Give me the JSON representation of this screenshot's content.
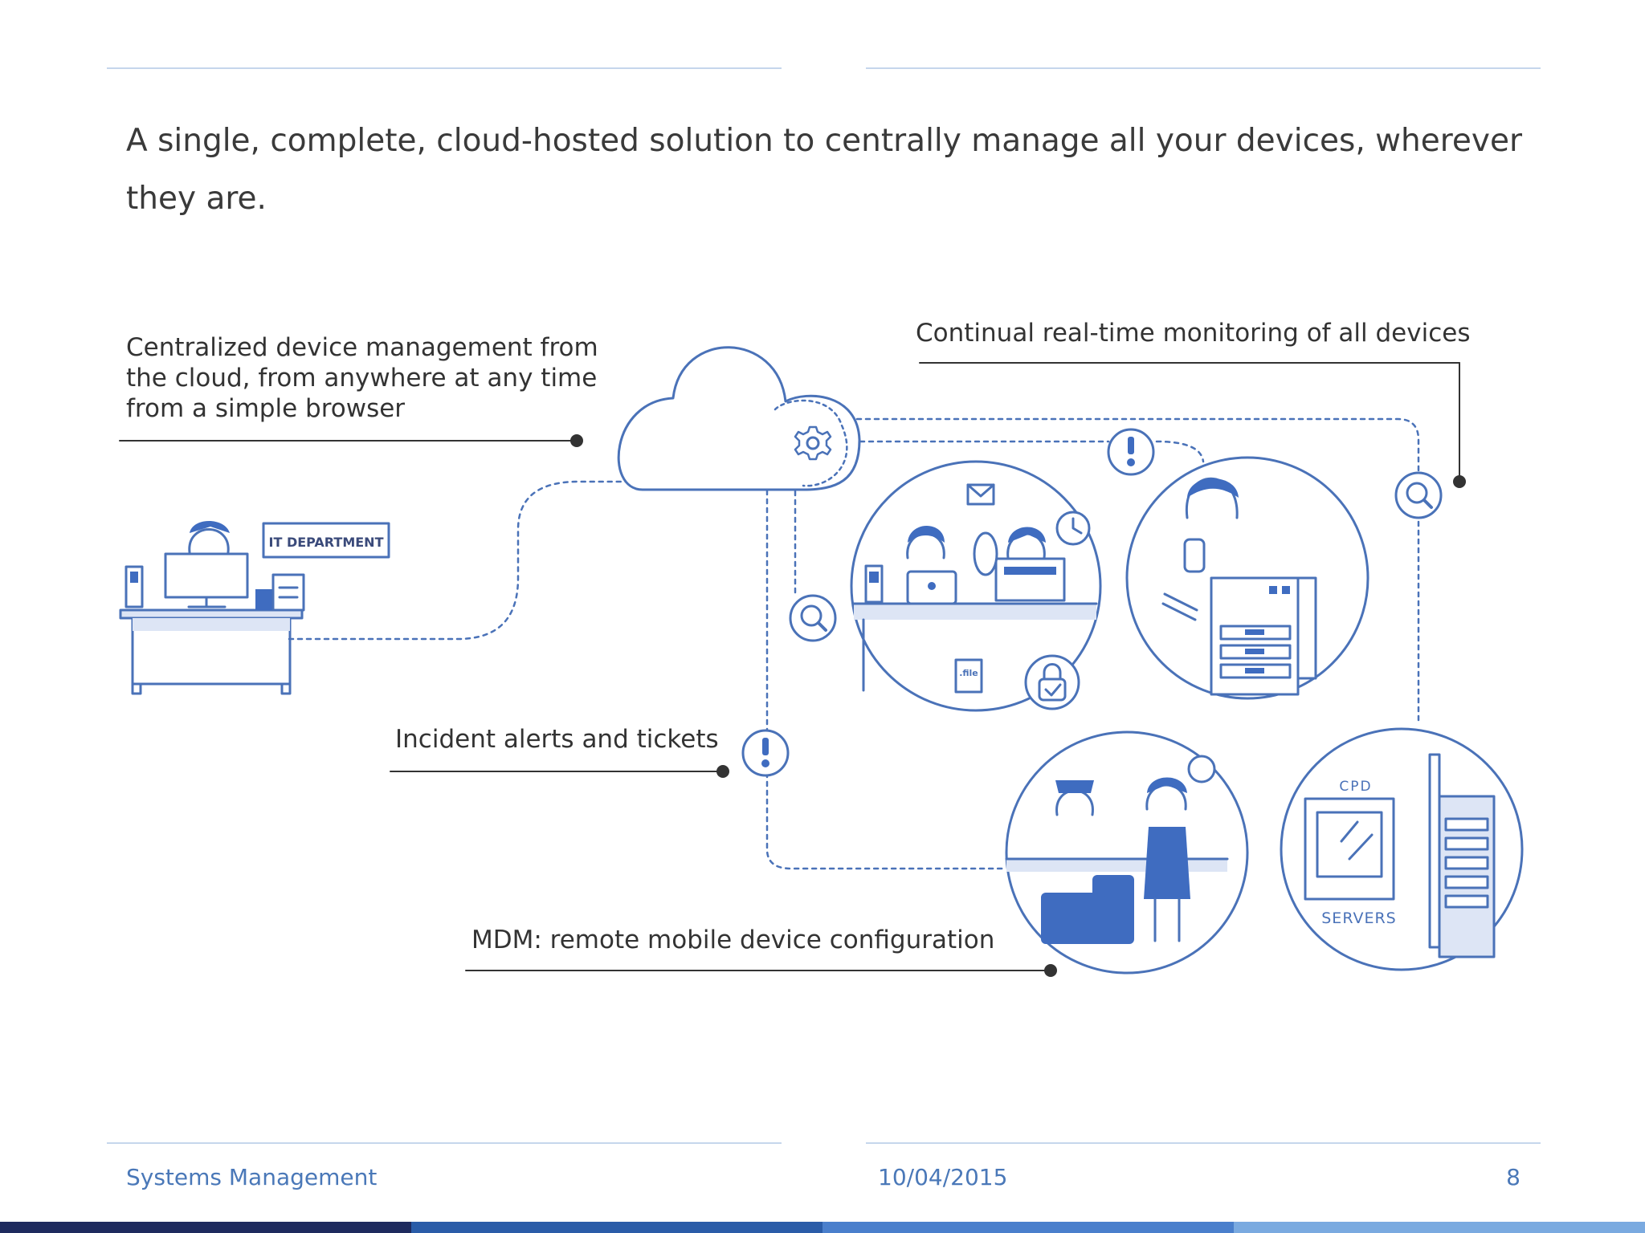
{
  "headline": "A single, complete, cloud-hosted solution to centrally manage all your devices, wherever they are.",
  "callouts": {
    "centralized": "Centralized device management from the cloud, from anywhere at any time from a simple browser",
    "monitoring": "Continual real-time monitoring of all devices",
    "incidents": "Incident alerts and tickets",
    "mdm": "MDM: remote mobile device configuration"
  },
  "scene_labels": {
    "it_department": "IT DEPARTMENT",
    "cpd": "CPD",
    "servers": "SERVERS",
    "file": ".file"
  },
  "icons": [
    "cloud-icon",
    "gear-icon",
    "alert-icon",
    "search-icon",
    "lock-icon",
    "mail-icon",
    "clock-icon"
  ],
  "footer": {
    "title": "Systems Management",
    "date": "10/04/2015",
    "page": "8"
  },
  "colors": {
    "line_blue": "#4a72b8",
    "fill_blue": "#3f6cc0",
    "light_fill": "#dde5f5",
    "bar_1": "#1e2a5e",
    "bar_2": "#2a5ca8",
    "bar_3": "#4a7fcc",
    "bar_4": "#7aaae0"
  }
}
